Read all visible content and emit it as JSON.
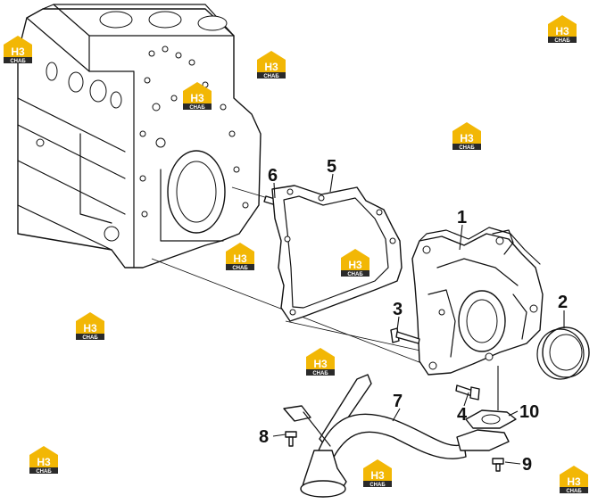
{
  "callouts": [
    {
      "id": "1",
      "label": "1"
    },
    {
      "id": "2",
      "label": "2"
    },
    {
      "id": "3",
      "label": "3"
    },
    {
      "id": "4",
      "label": "4"
    },
    {
      "id": "5",
      "label": "5"
    },
    {
      "id": "6",
      "label": "6"
    },
    {
      "id": "7",
      "label": "7"
    },
    {
      "id": "8",
      "label": "8"
    },
    {
      "id": "9",
      "label": "9"
    },
    {
      "id": "10",
      "label": "10"
    }
  ],
  "watermark": {
    "logo_text": "H3",
    "caption": "СНАБ",
    "colors": {
      "house": "#f2b705",
      "band": "#2a2a2a",
      "text": "#ffffff"
    }
  }
}
